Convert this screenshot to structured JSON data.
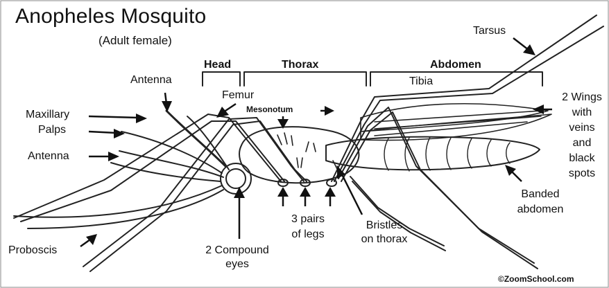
{
  "title": "Anopheles Mosquito",
  "subtitle": "(Adult female)",
  "body_parts": {
    "head": "Head",
    "thorax": "Thorax",
    "abdomen": "Abdomen"
  },
  "labels": {
    "tarsus": "Tarsus",
    "tibia": "Tibia",
    "antenna_top": "Antenna",
    "femur": "Femur",
    "mesonotum": "Mesonotum",
    "maxillary_palps": [
      "Maxillary",
      "Palps"
    ],
    "antenna_left": "Antenna",
    "wings": [
      "2 Wings",
      "with",
      "veins",
      "and",
      "black",
      "spots"
    ],
    "banded_abdomen": [
      "Banded",
      "abdomen"
    ],
    "legs": [
      "3 pairs",
      "of legs"
    ],
    "bristles": [
      "Bristles",
      "on thorax"
    ],
    "compound_eyes": [
      "2 Compound",
      "eyes"
    ],
    "proboscis": "Proboscis"
  },
  "credit": "©ZoomSchool.com"
}
